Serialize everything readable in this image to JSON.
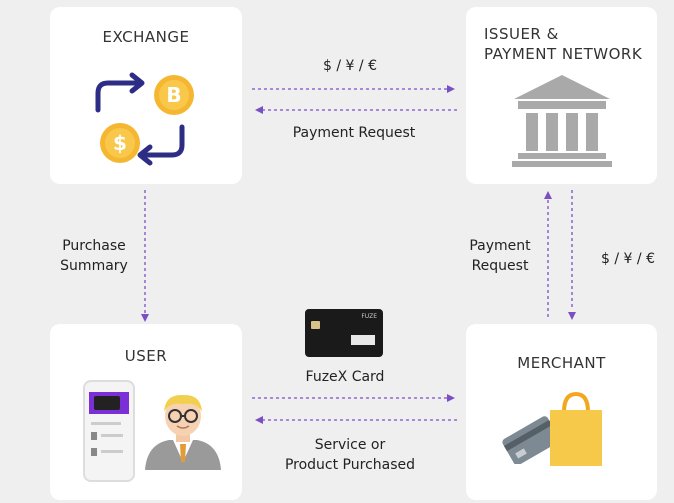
{
  "exchange": {
    "title": "EXCHANGE"
  },
  "issuer": {
    "title_line1": "ISSUER &",
    "title_line2": "PAYMENT NETWORK"
  },
  "user": {
    "title": "USER"
  },
  "merchant": {
    "title": "MERCHANT"
  },
  "flows": {
    "top_currency": "$ / ¥ / €",
    "top_request": "Payment Request",
    "left_line1": "Purchase",
    "left_line2": "Summary",
    "right_request_line1": "Payment",
    "right_request_line2": "Request",
    "right_currency": "$ / ¥ / €",
    "card_label": "FuzeX Card",
    "bottom_line1": "Service or",
    "bottom_line2": "Product Purchased"
  },
  "colors": {
    "arrow": "#7b4fc4",
    "coin": "#f5b731",
    "loop_arrow": "#2d2d86",
    "bank": "#a9a9a9",
    "bag": "#f7c94a"
  },
  "icons": [
    "currency-exchange-icon",
    "bank-icon",
    "phone-icon",
    "user-avatar-icon",
    "fuzex-card-icon",
    "credit-card-icon",
    "shopping-bag-icon"
  ]
}
